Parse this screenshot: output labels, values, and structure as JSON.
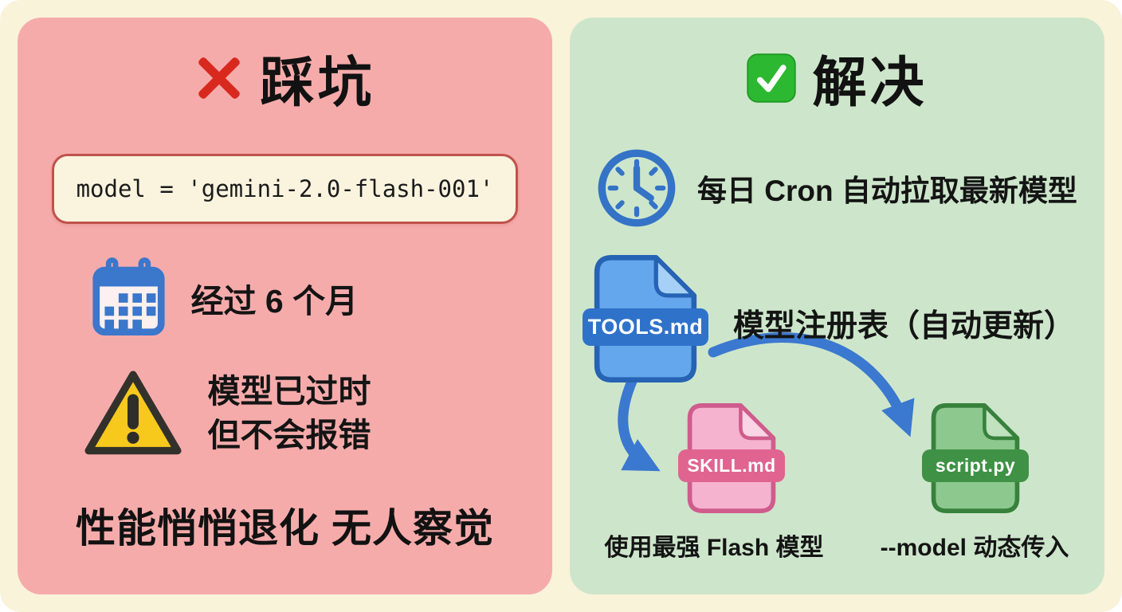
{
  "left_panel": {
    "title": "踩坑",
    "code": "model = 'gemini-2.0-flash-001'",
    "calendar_text": "经过 6 个月",
    "warning_line1": "模型已过时",
    "warning_line2": "但不会报错",
    "footer": "性能悄悄退化 无人察觉"
  },
  "right_panel": {
    "title": "解决",
    "cron_text": "每日 Cron 自动拉取最新模型",
    "registry_label": "模型注册表（自动更新）",
    "files": {
      "tools": "TOOLS.md",
      "skill": "SKILL.md",
      "script": "script.py"
    },
    "skill_caption": "使用最强 Flash 模型",
    "script_caption": "--model 动态传入"
  },
  "icons": {
    "cross": "cross-mark-icon",
    "check": "check-mark-icon",
    "calendar": "calendar-icon",
    "warning": "warning-triangle-icon",
    "clock": "clock-icon",
    "arrow": "curved-arrow-icon"
  },
  "colors": {
    "background": "#f9f3da",
    "left_panel_bg": "#f6abab",
    "right_panel_bg": "#cde6cb",
    "code_border": "#c0524c",
    "code_bg": "#faf4df",
    "accent_blue": "#3b78cf",
    "cross_red": "#d8291f",
    "check_green": "#2db831",
    "warning_yellow": "#f8c91d",
    "tools_file_blue": "#64a7ec",
    "skill_file_pink": "#f5b3cf",
    "script_file_green": "#8dc98f",
    "text": "#141414"
  }
}
